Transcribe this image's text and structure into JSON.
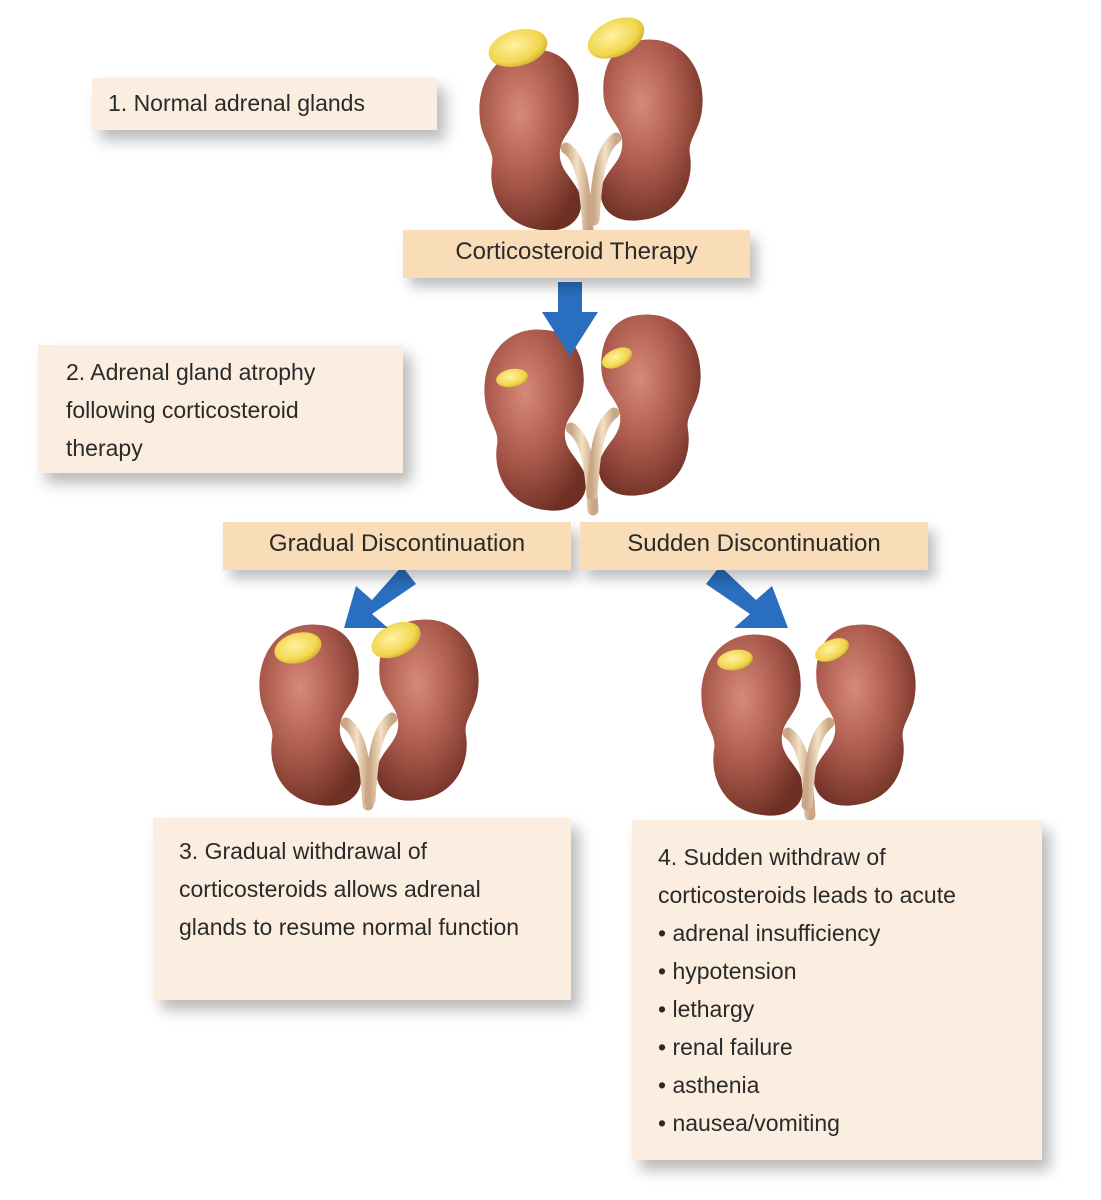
{
  "steps": {
    "normal": "1.  Normal adrenal glands",
    "atrophy": "2.  Adrenal gland atrophy following corticosteroid therapy",
    "gradual_result": "3.  Gradual withdrawal of corticosteroids allows adrenal glands to resume normal function",
    "sudden_result_intro": "4.  Sudden withdraw of corticosteroids leads to acute",
    "sudden_result_effects": [
      "adrenal insufficiency",
      "hypotension",
      "lethargy",
      "renal failure",
      "asthenia",
      "nausea/vomiting"
    ]
  },
  "transitions": {
    "therapy": "Corticosteroid Therapy",
    "gradual": "Gradual Discontinuation",
    "sudden": "Sudden Discontinuation"
  },
  "colors": {
    "kidney": "#a8584a",
    "adrenal": "#f2d64e",
    "arrow": "#2a6fbf",
    "box_light": "#fbeee0",
    "box_label": "#f9dcb8"
  }
}
